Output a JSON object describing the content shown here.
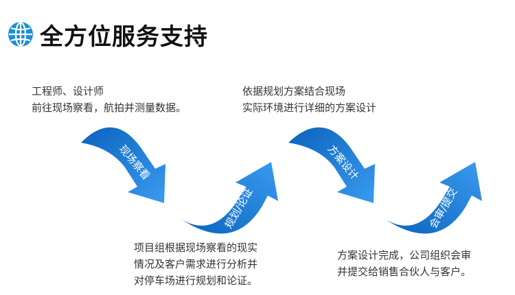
{
  "header": {
    "title": "全方位服务支持",
    "icon": "globe-icon"
  },
  "colors": {
    "arrow_dark": "#0a5fb6",
    "arrow_light": "#2d8fe6",
    "text": "#333333"
  },
  "steps": [
    {
      "label": "现场察看"
    },
    {
      "label": "规划/论证"
    },
    {
      "label": "方案设计"
    },
    {
      "label": "会审/提交"
    }
  ],
  "descriptions": [
    {
      "lines": [
        "工程师、设计师",
        "前往现场察看，航拍并测量数据。"
      ]
    },
    {
      "lines": [
        "依据规划方案结合现场",
        "实际环境进行详细的方案设计"
      ]
    },
    {
      "lines": [
        "项目组根据现场察看的现实",
        "情况及客户需求进行分析并",
        "对停车场进行规划和论证。"
      ]
    },
    {
      "lines": [
        "方案设计完成，公司组织会审",
        "并提交给销售合伙人与客户。"
      ]
    }
  ]
}
